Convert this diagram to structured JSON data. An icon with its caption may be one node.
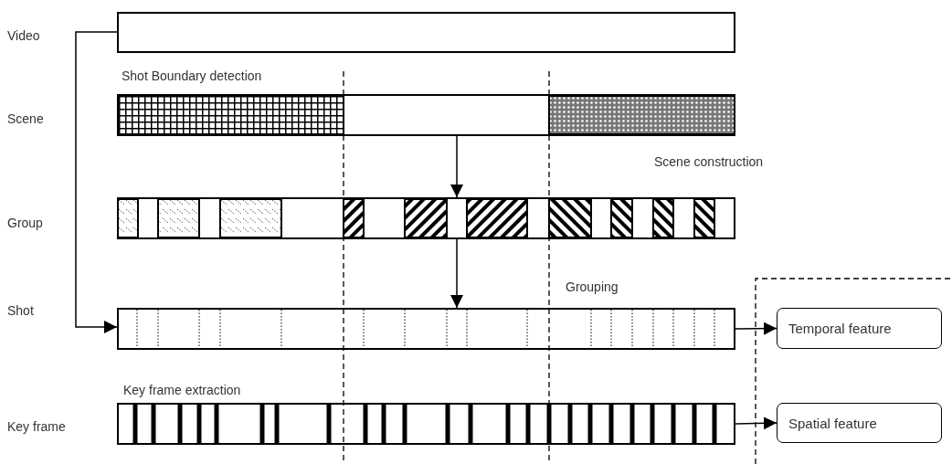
{
  "diagram": {
    "nodes": [
      {
        "text": [],
        "shape": "bar"
      },
      {
        "text": [],
        "shape": "bar"
      },
      {
        "text": [],
        "shape": "bar"
      },
      {
        "text": [],
        "shape": "bar"
      },
      {
        "text": [],
        "shape": "bar"
      },
      {
        "text": [
          "Temporal feature"
        ]
      },
      {
        "text": [
          "Spatial feature"
        ]
      }
    ],
    "edges": [
      {
        "from": 0,
        "to": 3,
        "arrow": "to"
      },
      {
        "from": 1,
        "to": 2,
        "arrow": "to"
      },
      {
        "from": 2,
        "to": 3,
        "arrow": "to"
      },
      {
        "from": 3,
        "to": 5,
        "arrow": "to"
      },
      {
        "from": 4,
        "to": 6,
        "arrow": "to"
      }
    ],
    "labels": [
      "Video",
      "Shot Boundary detection",
      "Scene",
      "Scene construction",
      "Group",
      "Grouping",
      "Shot",
      "Key frame extraction",
      "Key frame"
    ]
  }
}
